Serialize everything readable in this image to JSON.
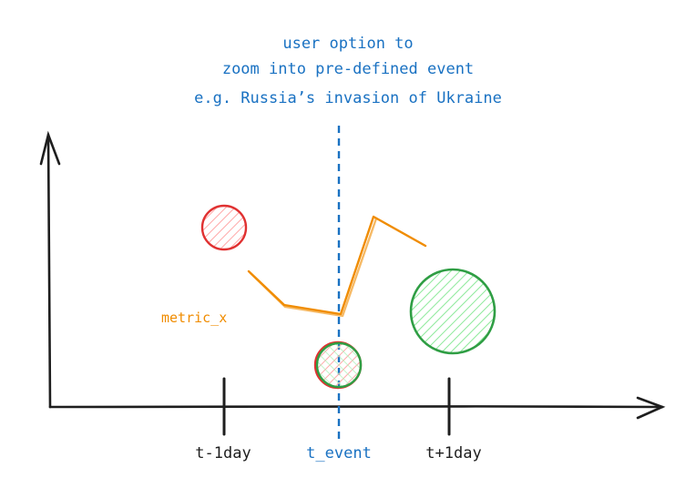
{
  "colors": {
    "ink": "#1e1e1e",
    "annotation": "#1971c2",
    "metric": "#f08c00",
    "red": "#e03131",
    "green": "#2f9e44"
  },
  "annotation": {
    "line1": "user option to",
    "line2": "zoom into pre-defined event",
    "line3": "e.g. Russia’s invasion of Ukraine"
  },
  "ticks": {
    "before": "t-1day",
    "event": "t_event",
    "after": "t+1day"
  },
  "metric": {
    "label": "metric_x"
  }
}
